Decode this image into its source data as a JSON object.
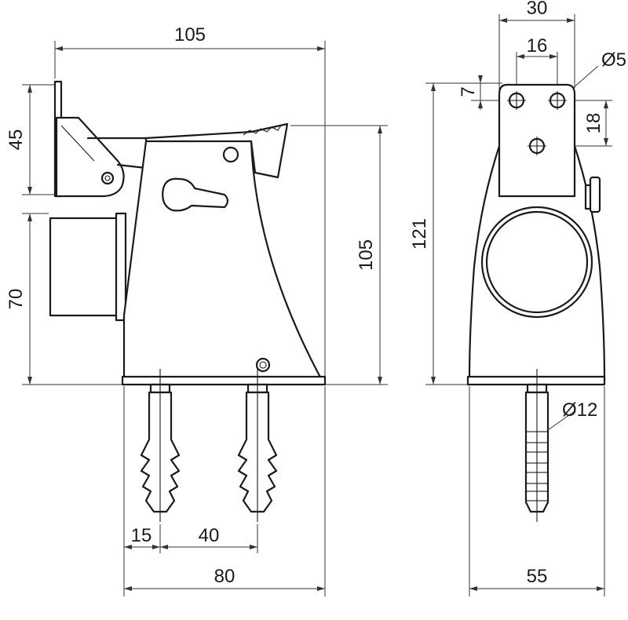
{
  "drawing": {
    "dimensions": {
      "front_top_width": "105",
      "front_left_upper_height": "45",
      "front_left_lower_height": "70",
      "front_right_height": "105",
      "front_dowel_offset": "15",
      "front_dowel_spacing": "40",
      "front_base_width": "80",
      "side_top_width": "30",
      "side_hole_spacing": "16",
      "side_hole_diameter": "Ø5",
      "side_hole_offset_top": "7",
      "side_hole_vertical_spacing": "18",
      "side_total_height": "121",
      "side_dowel_diameter": "Ø12",
      "side_base_width": "55"
    },
    "colors": {
      "line": "#1a1a1a",
      "background": "#ffffff"
    }
  }
}
